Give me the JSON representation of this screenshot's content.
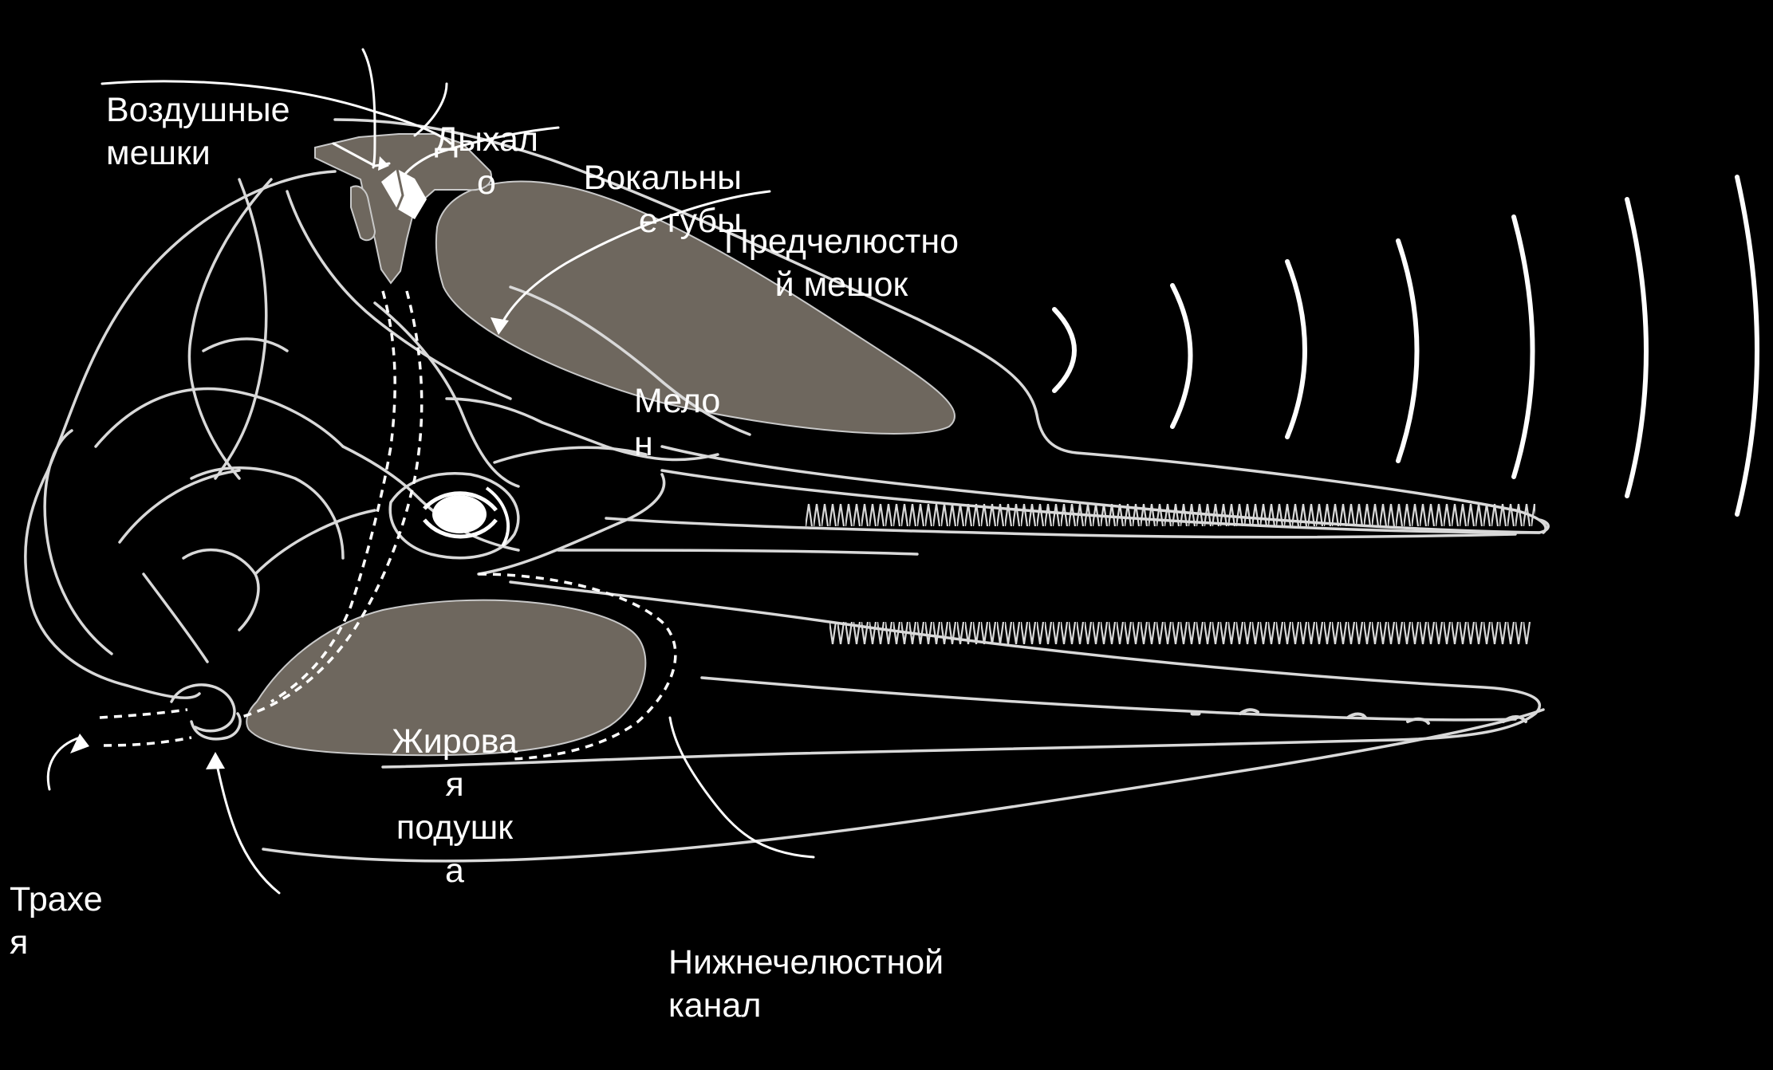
{
  "labels": {
    "air_sacs": [
      "Воздушные",
      "мешки"
    ],
    "blowhole": [
      "Дыхал",
      "о"
    ],
    "vocal_lips": [
      "Вокальны",
      "е губы"
    ],
    "premaxillary_sac": [
      "Предчелюстно",
      "й мешок"
    ],
    "melon": [
      "Мело",
      "н"
    ],
    "fat_pad": [
      "Жирова",
      "я",
      "подушк",
      "а"
    ],
    "trachea": [
      "Трахе",
      "я"
    ],
    "mandibular_canal": [
      "Нижнечелюстной",
      "канал"
    ]
  },
  "colors": {
    "background": "#000000",
    "outline": "#d9d9d9",
    "soft_tissue_fill": "#6e675e",
    "label_text": "#ffffff"
  }
}
